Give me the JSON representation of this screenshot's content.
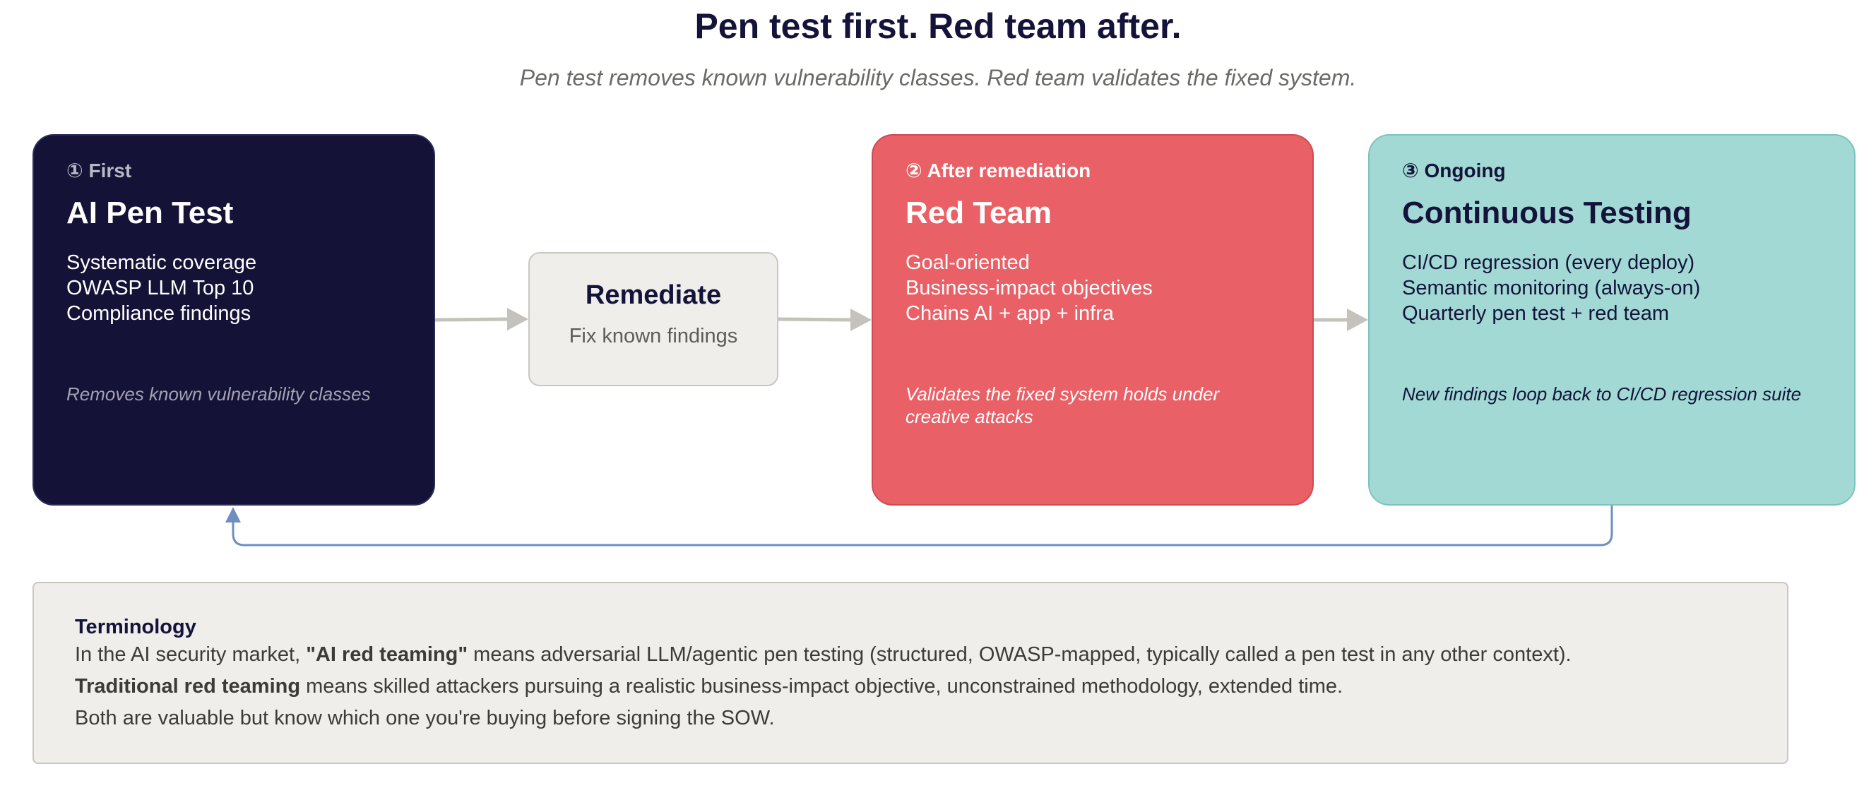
{
  "title": "Pen test first. Red team after.",
  "subtitle": "Pen test removes known vulnerability classes. Red team validates the fixed system.",
  "cards": {
    "pentest": {
      "badge": "① First",
      "heading": "AI Pen Test",
      "points": [
        "Systematic coverage",
        "OWASP LLM Top 10",
        "Compliance findings"
      ],
      "note": "Removes known vulnerability classes"
    },
    "remediate": {
      "heading": "Remediate",
      "sub": "Fix known findings"
    },
    "redteam": {
      "badge": "② After remediation",
      "heading": "Red Team",
      "points": [
        "Goal-oriented",
        "Business-impact objectives",
        "Chains AI + app + infra"
      ],
      "note": "Validates the fixed system holds under creative attacks"
    },
    "continuous": {
      "badge": "③ Ongoing",
      "heading": "Continuous Testing",
      "points": [
        "CI/CD regression (every deploy)",
        "Semantic monitoring (always-on)",
        "Quarterly pen test + red team"
      ],
      "note": "New findings loop back to CI/CD regression suite"
    }
  },
  "terminology": {
    "heading": "Terminology",
    "line1_prefix": "In the AI security market, ",
    "line1_bold": "\"AI red teaming\"",
    "line1_rest": " means adversarial LLM/agentic pen testing (structured, OWASP-mapped, typically called a pen test in any other context).",
    "line2_bold": "Traditional red teaming",
    "line2_rest": " means skilled attackers pursuing a realistic business-impact objective, unconstrained methodology, extended time.",
    "line3": "Both are valuable but know which one you're buying before signing the SOW."
  },
  "colors": {
    "navy": "#141236",
    "red": "#e96066",
    "teal": "#a2d9d5",
    "neutral": "#efeeea",
    "arrow_gray": "#c4c2bc",
    "loop_blue": "#6e8fc0"
  }
}
